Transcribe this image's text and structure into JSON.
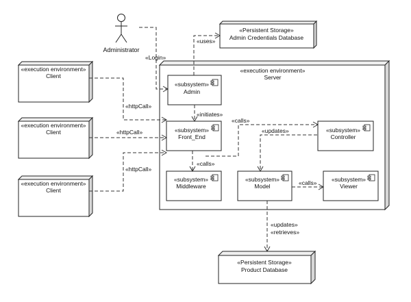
{
  "actor": {
    "name": "Administrator"
  },
  "stereotypes": {
    "persistent_storage": "«Persistent Storage»",
    "execution_environment": "«execution environment»",
    "subsystem": "«subsystem»"
  },
  "nodes": {
    "admin_db": "Admin Credentials Database",
    "product_db": "Product Database",
    "server": "Server",
    "client_1": "Client",
    "client_2": "Client",
    "client_3": "Client"
  },
  "subsystems": {
    "admin": "Admin",
    "front_end": "Front_End",
    "controller": "Controller",
    "middleware": "Middleware",
    "model": "Model",
    "viewer": "Viewer"
  },
  "connectors": {
    "login": "«Login»",
    "uses": "«uses»",
    "initiates": "«initiates»",
    "calls_controller": "«calls»",
    "updates_model": "«updates»",
    "calls_middleware": "«calls»",
    "calls_viewer": "«calls»",
    "http_1": "«httpCall»",
    "http_2": "«httpCall»",
    "http_3": "«httpCall»",
    "db_updates": "«updates»",
    "db_retrieves": "«retrieves»"
  }
}
